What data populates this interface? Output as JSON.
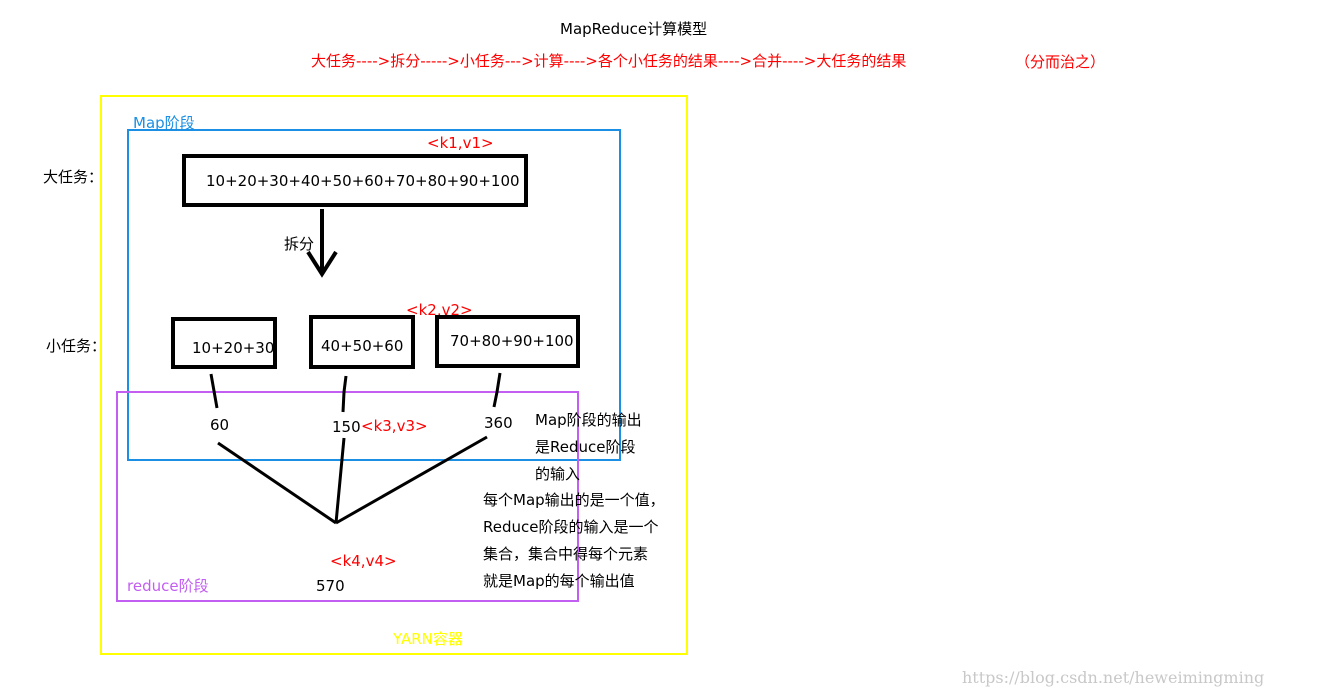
{
  "title": "MapReduce计算模型",
  "flow_text": "大任务---->拆分----->小任务--->计算---->各个小任务的结果---->合并---->大任务的结果",
  "flow_note": "（分而治之）",
  "containers": {
    "yarn": "YARN容器",
    "map": "Map阶段",
    "reduce": "reduce阶段"
  },
  "side_labels": {
    "big_task": "大任务：",
    "small_task": "小任务："
  },
  "big_task_expr": "10+20+30+40+50+60+70+80+90+100",
  "split_label": "拆分",
  "small_tasks": [
    "10+20+30",
    "40+50+60",
    "70+80+90+100"
  ],
  "partial_results": [
    "60",
    "150",
    "360"
  ],
  "final_result": "570",
  "kv_labels": {
    "k1v1": "<k1,v1>",
    "k2v2": "<k2,v2>",
    "k3v3": "<k3,v3>",
    "k4v4": "<k4,v4>"
  },
  "notes": {
    "map_output": [
      "Map阶段的输出",
      "是Reduce阶段",
      "的输入"
    ],
    "explanation": [
      "每个Map输出的是一个值，",
      "Reduce阶段的输入是一个",
      "集合，集合中得每个元素",
      "就是Map的每个输出值"
    ]
  },
  "watermark": "https://blog.csdn.net/heweimingming",
  "colors": {
    "yarn": "#ffff00",
    "map": "#1a8fe3",
    "reduce": "#c25ef2",
    "highlight": "#ff0000"
  }
}
